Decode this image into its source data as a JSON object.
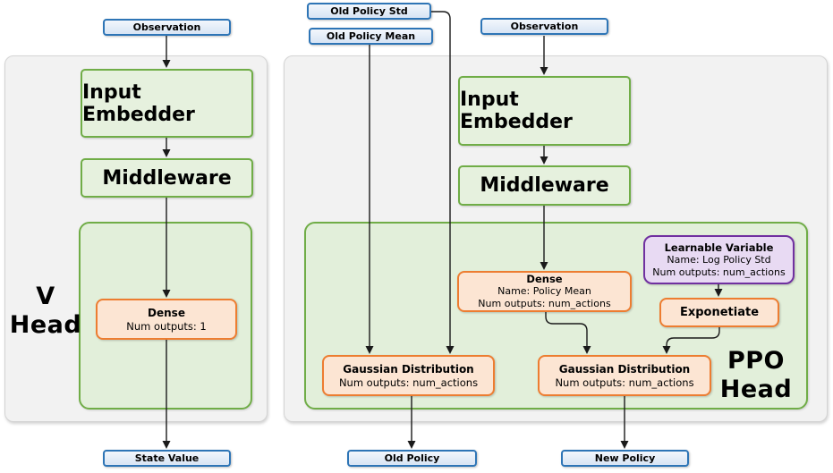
{
  "diagram": {
    "title_semantic": "PPO actor-critic network architecture",
    "v_network": {
      "observation_label": "Observation",
      "input_embedder_label": "Input Embedder",
      "middleware_label": "Middleware",
      "dense": {
        "title": "Dense",
        "outputs": "Num outputs: 1"
      },
      "head_label_line1": "V",
      "head_label_line2": "Head",
      "output_label": "State Value"
    },
    "ppo_network": {
      "old_policy_std_label": "Old Policy Std",
      "old_policy_mean_label": "Old Policy Mean",
      "observation_label": "Observation",
      "input_embedder_label": "Input Embedder",
      "middleware_label": "Middleware",
      "dense": {
        "title": "Dense",
        "name": "Name: Policy Mean",
        "outputs": "Num outputs: num_actions"
      },
      "learnable_variable": {
        "title": "Learnable Variable",
        "name": "Name: Log Policy Std",
        "outputs": "Num outputs: num_actions"
      },
      "exponetiate_label": "Exponetiate",
      "gaussian_old": {
        "title": "Gaussian Distribution",
        "outputs": "Num outputs: num_actions"
      },
      "gaussian_new": {
        "title": "Gaussian Distribution",
        "outputs": "Num outputs: num_actions"
      },
      "head_label_line1": "PPO",
      "head_label_line2": "Head",
      "old_policy_output_label": "Old Policy",
      "new_policy_output_label": "New Policy"
    },
    "colors": {
      "io_border": "#2e75b6",
      "io_fill": "#d7e4f4",
      "green_border": "#70ad47",
      "green_fill": "#e2efda",
      "orange_border": "#ed7d31",
      "orange_fill": "#fce5d3",
      "purple_border": "#7030a0",
      "purple_fill": "#e8daf3",
      "panel_fill": "#f2f2f2",
      "arrow": "#1a1a1a"
    }
  }
}
